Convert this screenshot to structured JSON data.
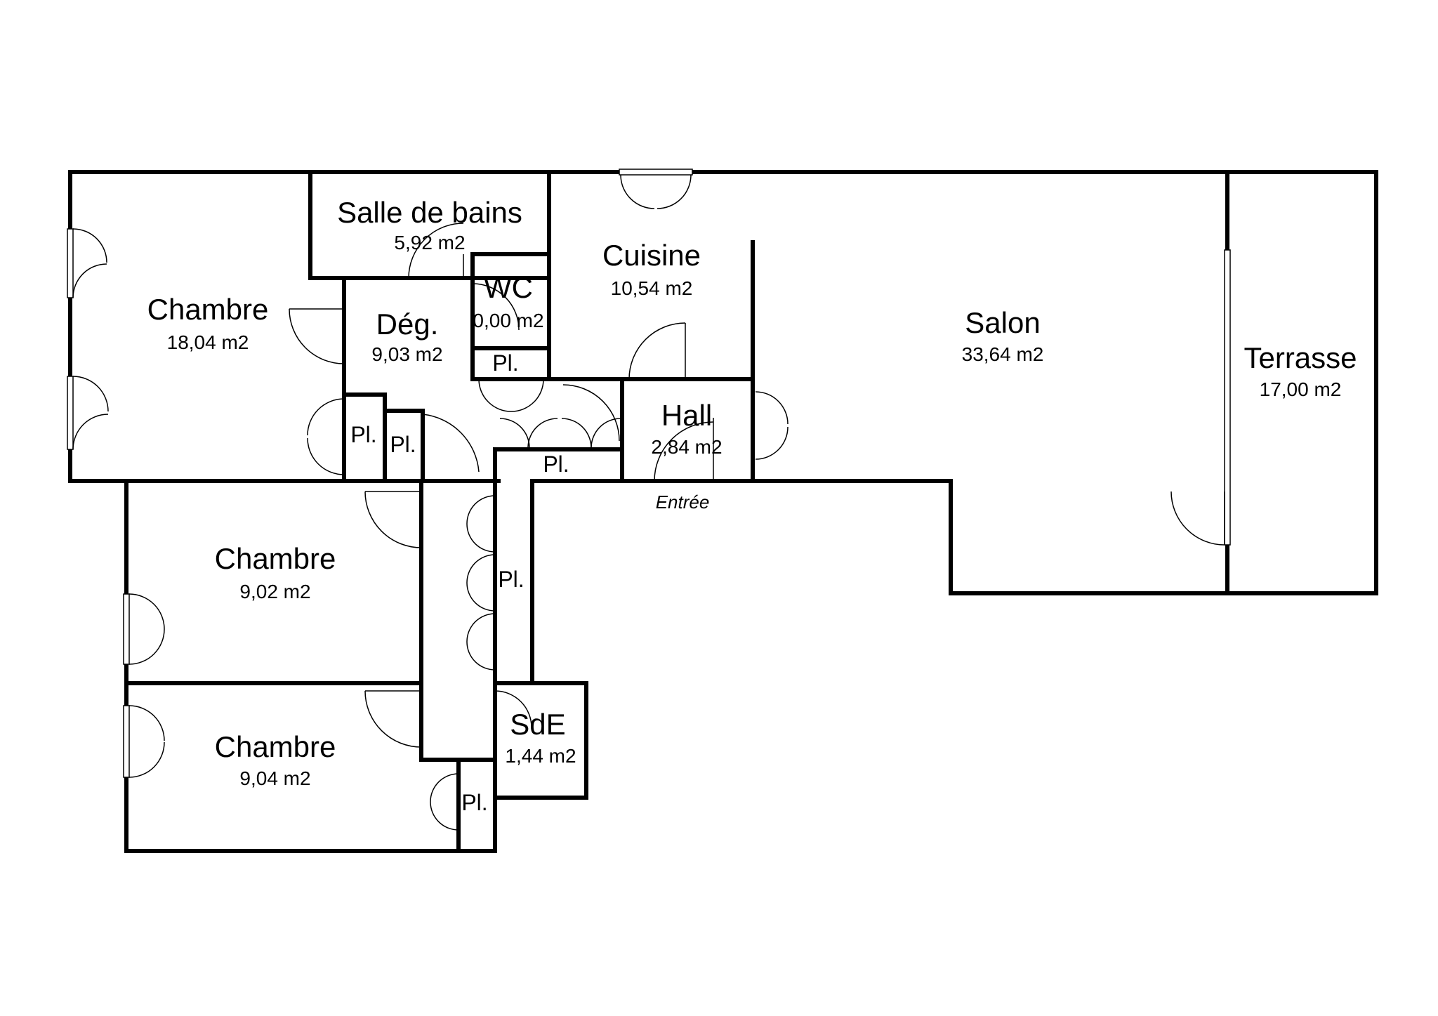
{
  "rooms": {
    "chambre_main": {
      "name": "Chambre",
      "area": "18,04 m2"
    },
    "salle_de_bains": {
      "name": "Salle de bains",
      "area": "5,92 m2"
    },
    "wc": {
      "name": "WC",
      "area": "0,00 m2"
    },
    "cuisine": {
      "name": "Cuisine",
      "area": "10,54 m2"
    },
    "salon": {
      "name": "Salon",
      "area": "33,64 m2"
    },
    "terrasse": {
      "name": "Terrasse",
      "area": "17,00 m2"
    },
    "degagement": {
      "name": "Dég.",
      "area": "9,03 m2"
    },
    "hall": {
      "name": "Hall",
      "area": "2,84 m2"
    },
    "chambre_2": {
      "name": "Chambre",
      "area": "9,02 m2"
    },
    "chambre_3": {
      "name": "Chambre",
      "area": "9,04 m2"
    },
    "sde": {
      "name": "SdE",
      "area": "1,44 m2"
    }
  },
  "placards": {
    "label": "Pl."
  },
  "entry_label": "Entrée"
}
